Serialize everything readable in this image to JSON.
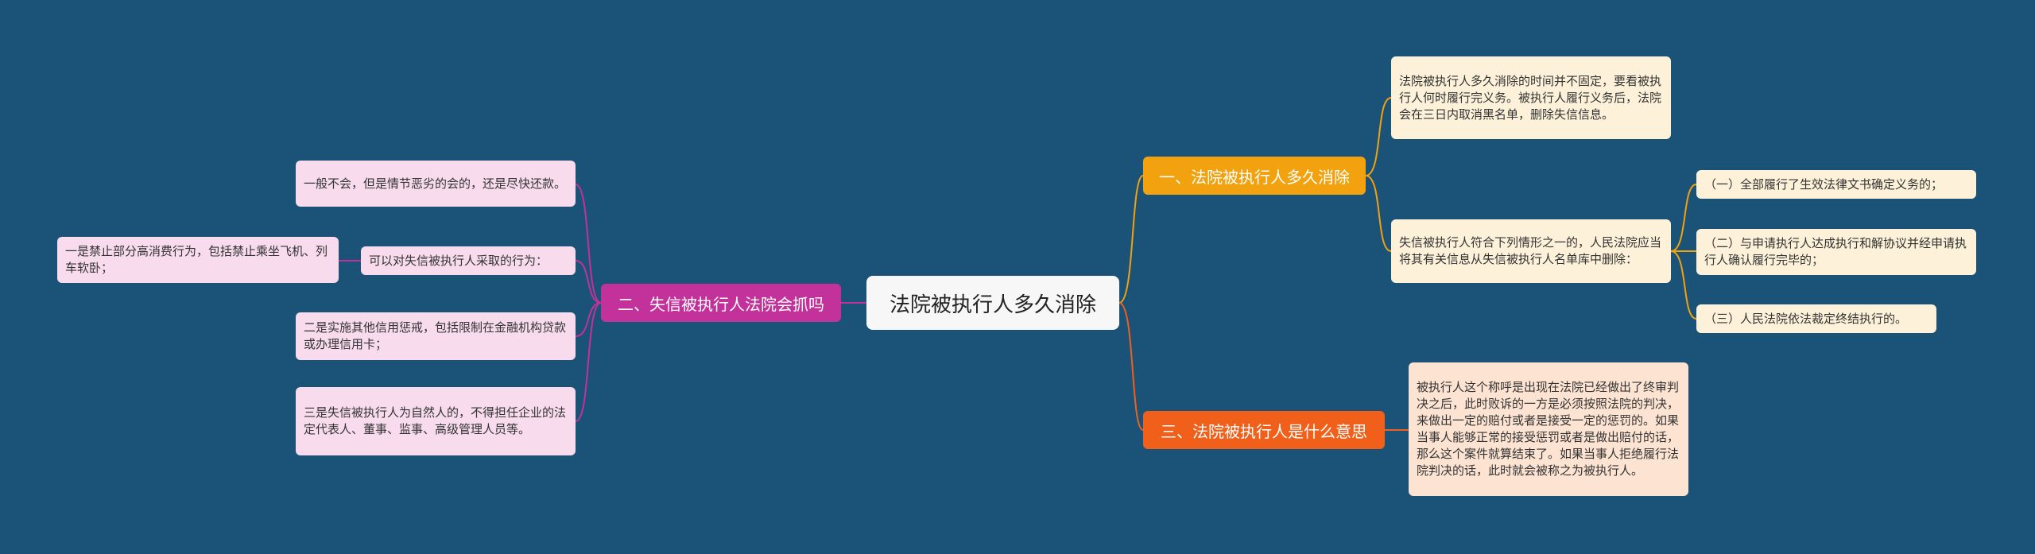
{
  "colors": {
    "background": "#1b5277",
    "branch1": "#f2a20f",
    "branch2": "#c2329a",
    "branch3": "#f0601a",
    "leaf1": "#fdf2d9",
    "leaf2": "#f8dcee",
    "leaf3": "#fde3d2"
  },
  "root": {
    "label": "法院被执行人多久消除"
  },
  "branches": [
    {
      "label": "一、法院被执行人多久消除",
      "items": [
        {
          "text": "法院被执行人多久消除的时间并不固定，要看被执行人何时履行完义务。被执行人履行义务后，法院会在三日内取消黑名单，删除失信信息。"
        },
        {
          "text": "失信被执行人符合下列情形之一的，人民法院应当将其有关信息从失信被执行人名单库中删除：",
          "children": [
            {
              "text": "（一）全部履行了生效法律文书确定义务的；"
            },
            {
              "text": "（二）与申请执行人达成执行和解协议并经申请执行人确认履行完毕的；"
            },
            {
              "text": "（三）人民法院依法裁定终结执行的。"
            }
          ]
        }
      ]
    },
    {
      "label": "二、失信被执行人法院会抓吗",
      "items": [
        {
          "text": "一般不会，但是情节恶劣的会的，还是尽快还款。"
        },
        {
          "text": "可以对失信被执行人采取的行为：",
          "children": [
            {
              "text": "一是禁止部分高消费行为，包括禁止乘坐飞机、列车软卧；"
            }
          ]
        },
        {
          "text": "二是实施其他信用惩戒，包括限制在金融机构贷款或办理信用卡；"
        },
        {
          "text": "三是失信被执行人为自然人的，不得担任企业的法定代表人、董事、监事、高级管理人员等。"
        }
      ]
    },
    {
      "label": "三、法院被执行人是什么意思",
      "items": [
        {
          "text": "被执行人这个称呼是出现在法院已经做出了终审判决之后，此时败诉的一方是必须按照法院的判决，来做出一定的赔付或者是接受一定的惩罚的。如果当事人能够正常的接受惩罚或者是做出赔付的话，那么这个案件就算结束了。如果当事人拒绝履行法院判决的话，此时就会被称之为被执行人。"
        }
      ]
    }
  ]
}
